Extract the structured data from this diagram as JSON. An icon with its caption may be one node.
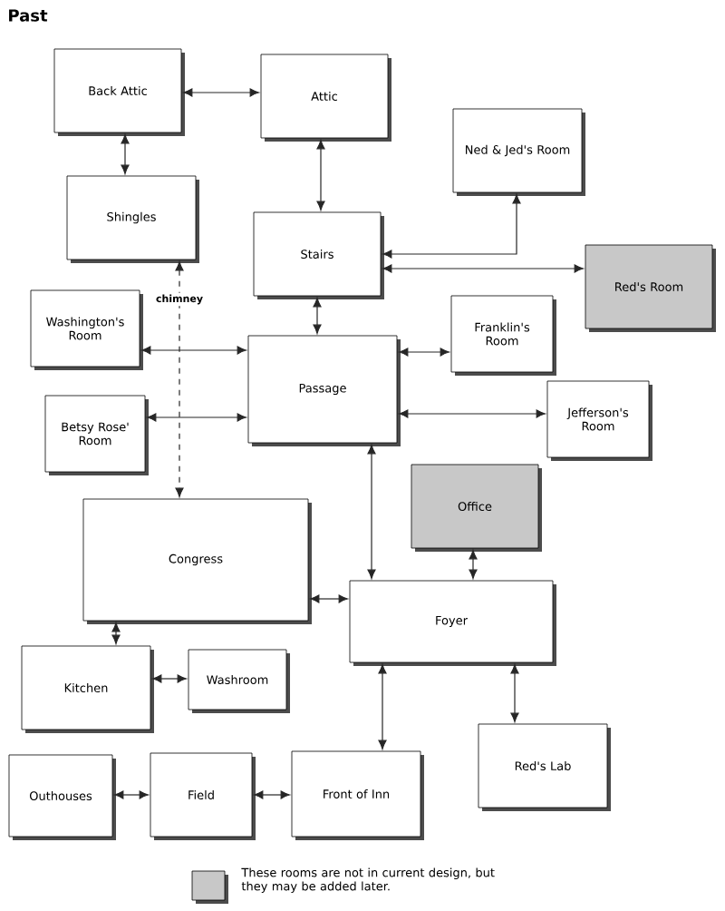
{
  "diagram": {
    "title": "Past",
    "nodes": [
      {
        "text": [
          "Back Attic"
        ]
      },
      {
        "text": [
          "Attic"
        ]
      },
      {
        "text": [
          "Ned & Jed's Room"
        ]
      },
      {
        "text": [
          "Shingles"
        ]
      },
      {
        "text": [
          "Stairs"
        ]
      },
      {
        "text": [
          "Red's Room"
        ]
      },
      {
        "text": [
          "Washington's Room"
        ]
      },
      {
        "text": [
          "Franklin's Room"
        ]
      },
      {
        "text": [
          "Passage"
        ]
      },
      {
        "text": [
          "Betsy Rose' Room"
        ]
      },
      {
        "text": [
          "Jefferson's Room"
        ]
      },
      {
        "text": [
          "Office"
        ]
      },
      {
        "text": [
          "Congress"
        ]
      },
      {
        "text": [
          "Foyer"
        ]
      },
      {
        "text": [
          "Kitchen"
        ]
      },
      {
        "text": [
          "Washroom"
        ]
      },
      {
        "text": [
          "Red's Lab"
        ]
      },
      {
        "text": [
          "Outhouses"
        ]
      },
      {
        "text": [
          "Field"
        ]
      },
      {
        "text": [
          "Front of Inn"
        ]
      }
    ],
    "edges": [
      {
        "from": 0,
        "to": 1,
        "arrow": "both"
      },
      {
        "from": 0,
        "to": 3,
        "arrow": "both"
      },
      {
        "from": 1,
        "to": 4,
        "arrow": "both"
      },
      {
        "from": 4,
        "to": 2,
        "arrow": "both"
      },
      {
        "from": 4,
        "to": 5,
        "arrow": "both"
      },
      {
        "from": 4,
        "to": 8,
        "arrow": "both"
      },
      {
        "from": 6,
        "to": 8,
        "arrow": "both"
      },
      {
        "from": 9,
        "to": 8,
        "arrow": "both"
      },
      {
        "from": 8,
        "to": 7,
        "arrow": "both"
      },
      {
        "from": 8,
        "to": 10,
        "arrow": "both"
      },
      {
        "from": 8,
        "to": 13,
        "arrow": "both"
      },
      {
        "from": 11,
        "to": 13,
        "arrow": "both"
      },
      {
        "from": 12,
        "to": 13,
        "arrow": "both"
      },
      {
        "from": 12,
        "to": 14,
        "arrow": "both"
      },
      {
        "from": 14,
        "to": 15,
        "arrow": "both"
      },
      {
        "from": 13,
        "to": 16,
        "arrow": "both"
      },
      {
        "from": 13,
        "to": 19,
        "arrow": "both"
      },
      {
        "from": 17,
        "to": 18,
        "arrow": "both"
      },
      {
        "from": 18,
        "to": 19,
        "arrow": "both"
      },
      {
        "from": 3,
        "to": 12,
        "arrow": "both",
        "label": "chimney",
        "style": "dashed"
      }
    ],
    "legend": [
      {
        "text": "These rooms are not in current design, but they may be added later.",
        "color": "#c8c8c8"
      }
    ]
  }
}
